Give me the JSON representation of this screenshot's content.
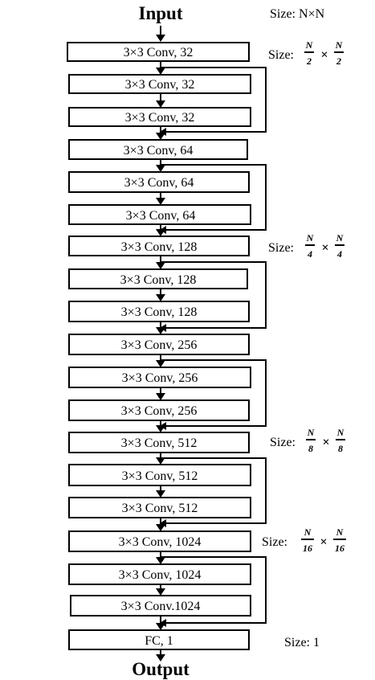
{
  "input_label": "Input",
  "output_label": "Output",
  "layers": [
    "3×3 Conv, 32",
    "3×3 Conv, 32",
    "3×3 Conv, 32",
    "3×3 Conv, 64",
    "3×3 Conv, 64",
    "3×3 Conv, 64",
    "3×3 Conv, 128",
    "3×3 Conv, 128",
    "3×3 Conv, 128",
    "3×3 Conv, 256",
    "3×3 Conv, 256",
    "3×3 Conv, 256",
    "3×3 Conv, 512",
    "3×3 Conv, 512",
    "3×3 Conv, 512",
    "3×3 Conv, 1024",
    "3×3 Conv, 1024",
    "3×3 Conv.1024",
    "FC, 1"
  ],
  "sizes": {
    "input": "Size: N×N",
    "s2": {
      "prefix": "Size:",
      "num": "N",
      "den": "2",
      "times": "×"
    },
    "s4": {
      "prefix": "Size:",
      "num": "N",
      "den": "4",
      "times": "×"
    },
    "s8": {
      "prefix": "Size:",
      "num": "N",
      "den": "8",
      "times": "×"
    },
    "s16": {
      "prefix": "Size:",
      "num": "N",
      "den": "16",
      "times": "×"
    },
    "fc": "Size: 1"
  }
}
